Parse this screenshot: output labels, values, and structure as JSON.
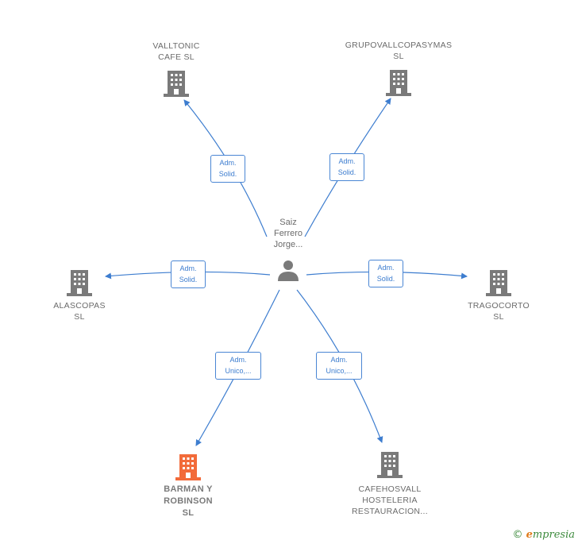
{
  "colors": {
    "edge": "#3d7dcf",
    "building_default": "#7a7a7a",
    "building_highlight": "#f26b3a",
    "person": "#7a7a7a"
  },
  "person": {
    "name": "Saiz\nFerrero\nJorge...",
    "icon": "person-icon"
  },
  "companies": [
    {
      "id": "valltonic",
      "name": "VALLTONIC\nCAFE  SL",
      "icon": "building-icon",
      "highlight": false
    },
    {
      "id": "grupovallcopasymas",
      "name": "GRUPOVALLCOPASYMAS\nSL",
      "icon": "building-icon",
      "highlight": false
    },
    {
      "id": "alascopas",
      "name": "ALASCOPAS\nSL",
      "icon": "building-icon",
      "highlight": false
    },
    {
      "id": "tragocorto",
      "name": "TRAGOCORTO\nSL",
      "icon": "building-icon",
      "highlight": false
    },
    {
      "id": "barman",
      "name": "BARMAN Y\nROBINSON\nSL",
      "icon": "building-icon",
      "highlight": true
    },
    {
      "id": "cafehosvall",
      "name": "CAFEHOSVALL\nHOSTELERIA\nRESTAURACION...",
      "icon": "building-icon",
      "highlight": false
    }
  ],
  "relations": [
    {
      "to": "valltonic",
      "label": "Adm.\nSolid."
    },
    {
      "to": "grupovallcopasymas",
      "label": "Adm.\nSolid."
    },
    {
      "to": "alascopas",
      "label": "Adm.\nSolid."
    },
    {
      "to": "tragocorto",
      "label": "Adm.\nSolid."
    },
    {
      "to": "barman",
      "label": "Adm.\nUnico,..."
    },
    {
      "to": "cafehosvall",
      "label": "Adm.\nUnico,..."
    }
  ],
  "watermark": {
    "symbol": "©",
    "brand_initial": "e",
    "brand_rest": "mpresia"
  }
}
